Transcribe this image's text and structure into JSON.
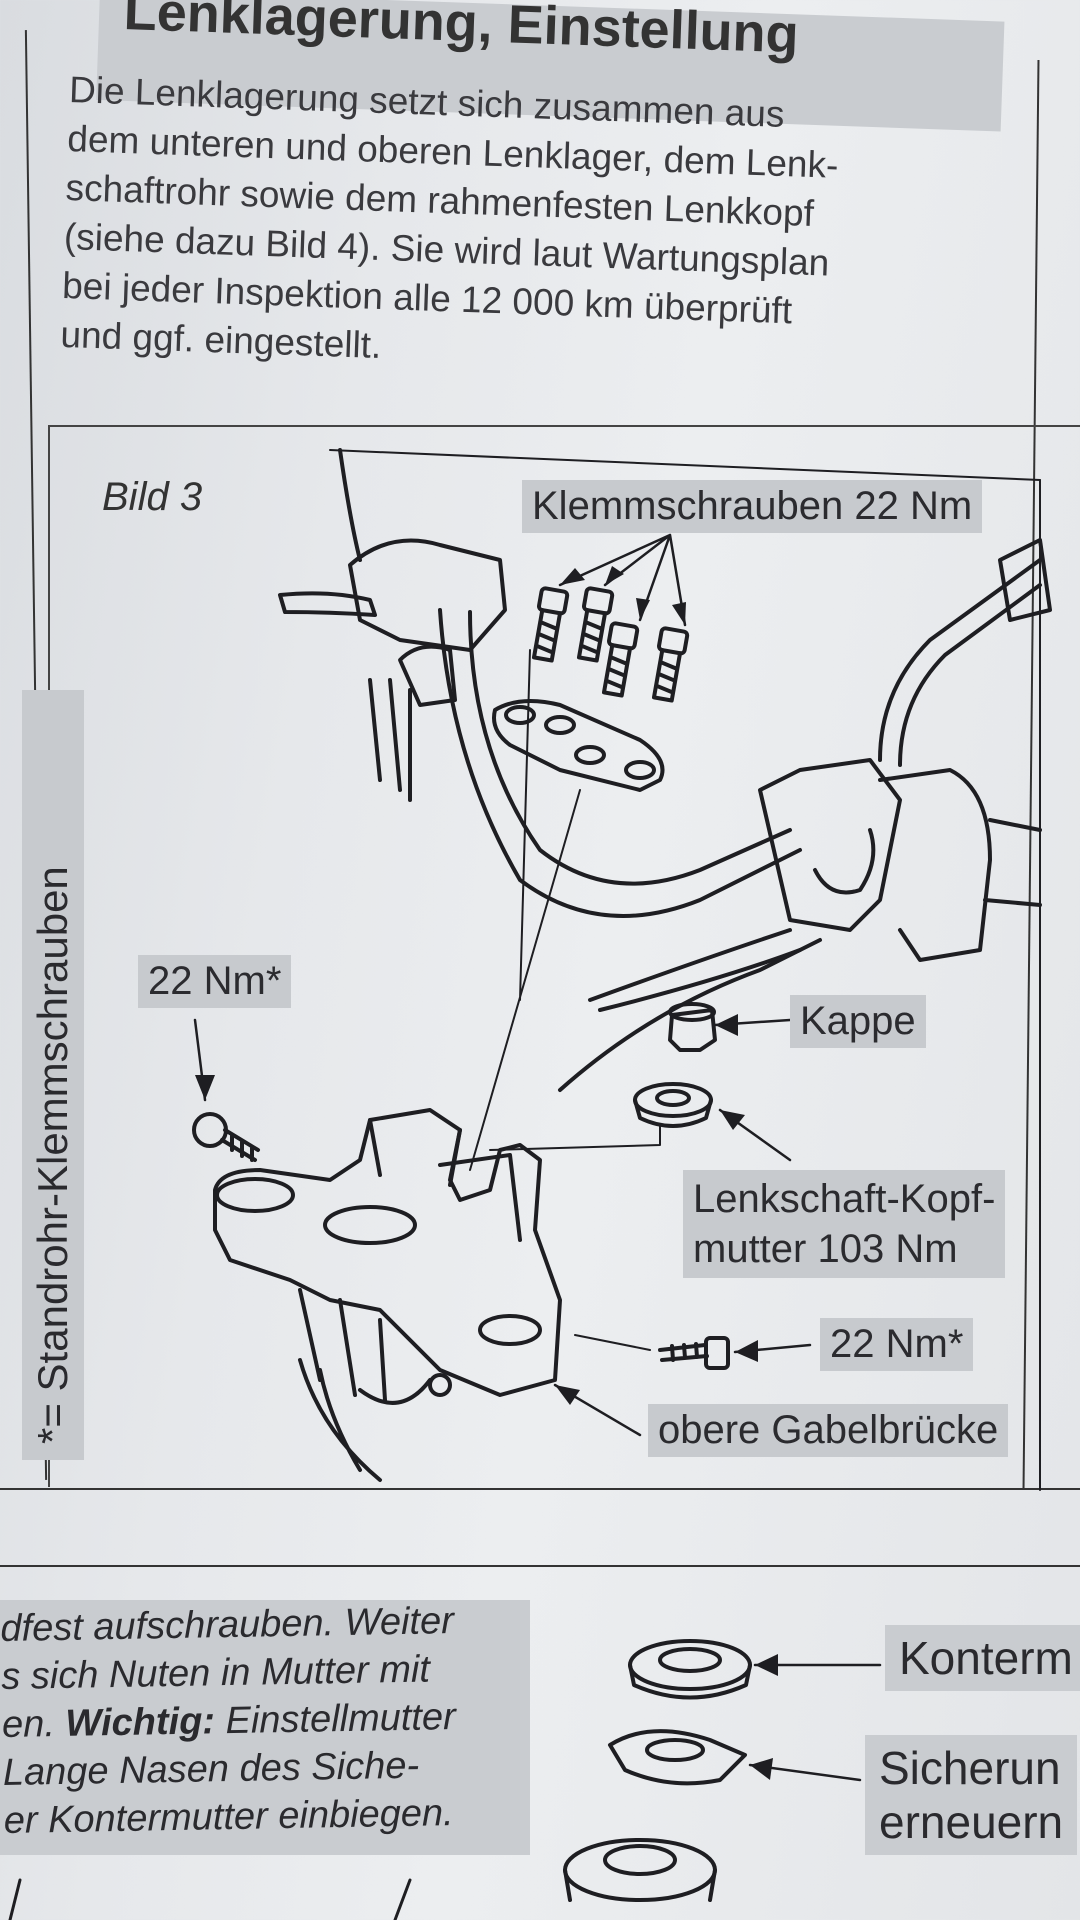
{
  "heading": "Lenklagerung, Einstellung",
  "intro": {
    "lines": [
      "Die Lenklagerung setzt sich zusammen aus",
      "dem unteren und oberen Lenklager, dem Lenk-",
      "schaftrohr sowie dem rahmenfesten Lenkkopf",
      "(siehe dazu Bild 4). Sie wird laut Wartungsplan",
      "bei jeder Inspektion alle 12 000 km überprüft",
      "und ggf. eingestellt."
    ]
  },
  "figure": {
    "title": "Bild 3",
    "labels": {
      "klemmschrauben": "Klemmschrauben 22 Nm",
      "torque_left": "22 Nm*",
      "kappe": "Kappe",
      "lenkschaft_line1": "Lenkschaft-Kopf-",
      "lenkschaft_line2": "mutter 103 Nm",
      "torque_right": "22 Nm*",
      "gabelbruecke": "obere Gabelbrücke"
    },
    "side_note": "*= Standrohr-Klemmschrauben"
  },
  "bottom": {
    "lines": [
      "dfest aufschrauben. Weiter",
      "s sich Nuten in Mutter mit",
      "en.",
      "Wichtig:",
      "Einstellmutter",
      "Lange Nasen des Siche-",
      "er Kontermutter einbiegen."
    ],
    "labels": {
      "konter": "Konterm",
      "sicherung_line1": "Sicherun",
      "sicherung_line2": "erneuern"
    }
  }
}
